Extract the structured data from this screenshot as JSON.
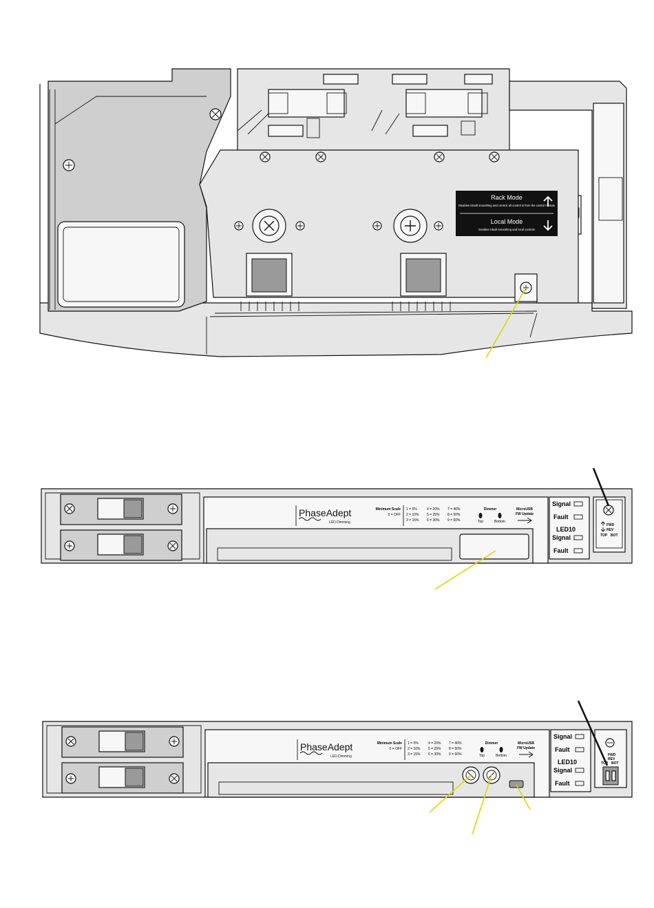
{
  "diagram_1": {
    "label_rack": {
      "title": "Rack Mode",
      "desc": "Disables inbuilt smoothing and control; all control is from the control module"
    },
    "label_local": {
      "title": "Local Mode",
      "desc": "Enables inbuilt smoothing and local controls"
    }
  },
  "front_panel": {
    "brand": "PhaseAdept",
    "sub": "LED Dimming",
    "min_scale_title": "Minimum Scale",
    "min_scale_off": "0 = OFF",
    "scale": [
      [
        "1 = 5%",
        "4 = 20%",
        "7 = 40%"
      ],
      [
        "2 = 10%",
        "5 = 25%",
        "8 = 50%"
      ],
      [
        "3 = 15%",
        "6 = 30%",
        "9 = 60%"
      ]
    ],
    "dimmer_title": "Dimmer",
    "dimmer_top": "Top",
    "dimmer_bottom": "Bottom",
    "usb_title": "MicroUSB",
    "usb_sub": "FW Update",
    "signal": "Signal",
    "fault": "Fault",
    "model": "LED10",
    "switch_fwd": "FWD",
    "switch_rev": "REV",
    "switch_top": "TOP",
    "switch_bot": "BOT"
  },
  "colors": {
    "callout": "#d8d800",
    "line": "#111111",
    "grey": "#cfcfcf",
    "label_bg": "#111111"
  }
}
